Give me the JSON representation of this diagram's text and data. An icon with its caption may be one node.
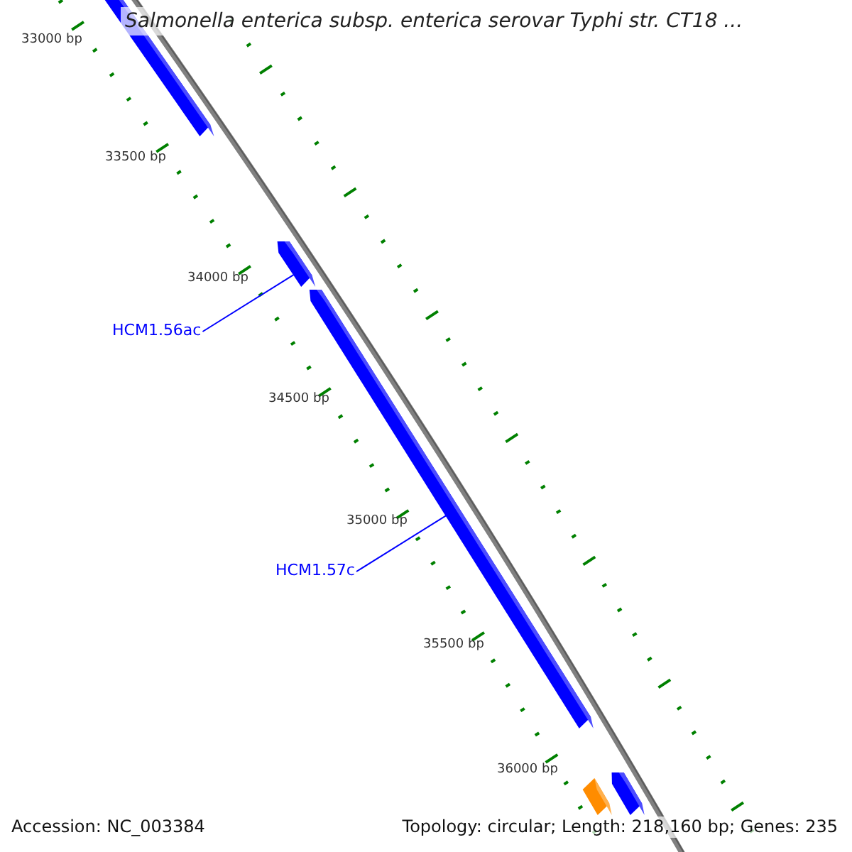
{
  "diagram": {
    "title": "Salmonella enterica subsp. enterica serovar Typhi str. CT18 ...",
    "nodes": [
      {
        "text": [],
        "shape": "bar"
      },
      {
        "text": [],
        "shape": "bar"
      },
      {
        "text": [
          "HCM1.56ac"
        ]
      },
      {
        "text": [],
        "shape": "bar"
      },
      {
        "text": [
          "HCM1.57c"
        ]
      },
      {
        "text": [],
        "shape": "bar"
      },
      {
        "text": [],
        "shape": "bar"
      }
    ],
    "edges": [
      {
        "from": 2,
        "to": 1,
        "arrow": "none"
      },
      {
        "from": 4,
        "to": 3,
        "arrow": "none"
      }
    ],
    "labels": [
      "33000 bp",
      "33500 bp",
      "34000 bp",
      "34500 bp",
      "35000 bp",
      "35500 bp",
      "36000 bp",
      "Accession: NC_003384",
      "Topology: circular; Length: 218,160 bp; Genes: 235"
    ]
  }
}
